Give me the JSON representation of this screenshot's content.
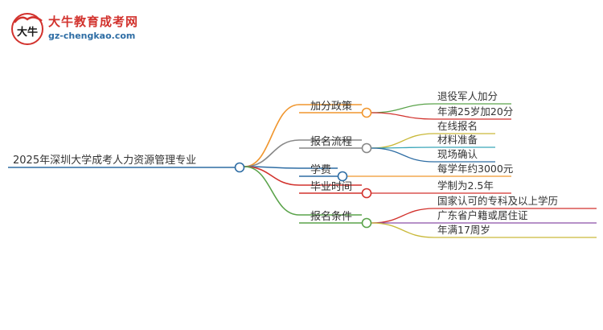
{
  "logo": {
    "title": "大牛教育成考网",
    "url": "gz-chengkao.com",
    "mark_text": "大牛"
  },
  "mindmap": {
    "root": "2025年深圳大学成考人力资源管理专业",
    "branches": [
      {
        "label": "加分政策",
        "color": "#f0962e",
        "leaves": [
          {
            "label": "退役军人加分",
            "color": "#5aa34a"
          },
          {
            "label": "年满25岁加20分",
            "color": "#d2322d"
          }
        ]
      },
      {
        "label": "报名流程",
        "color": "#888888",
        "leaves": [
          {
            "label": "在线报名",
            "color": "#c9b93a"
          },
          {
            "label": "材料准备",
            "color": "#3aa6b9"
          },
          {
            "label": "现场确认",
            "color": "#2e6da4"
          }
        ]
      },
      {
        "label": "学费",
        "color": "#2e6da4",
        "leaves": [
          {
            "label": "每学年约3000元",
            "color": "#f0962e"
          }
        ]
      },
      {
        "label": "毕业时间",
        "color": "#d2322d",
        "leaves": [
          {
            "label": "学制为2.5年",
            "color": "#d2322d"
          }
        ]
      },
      {
        "label": "报名条件",
        "color": "#5aa34a",
        "leaves": [
          {
            "label": "国家认可的专科及以上学历",
            "color": "#d2322d"
          },
          {
            "label": "广东省户籍或居住证",
            "color": "#8a4fa8"
          },
          {
            "label": "年满17周岁",
            "color": "#c9b93a"
          }
        ]
      }
    ]
  }
}
